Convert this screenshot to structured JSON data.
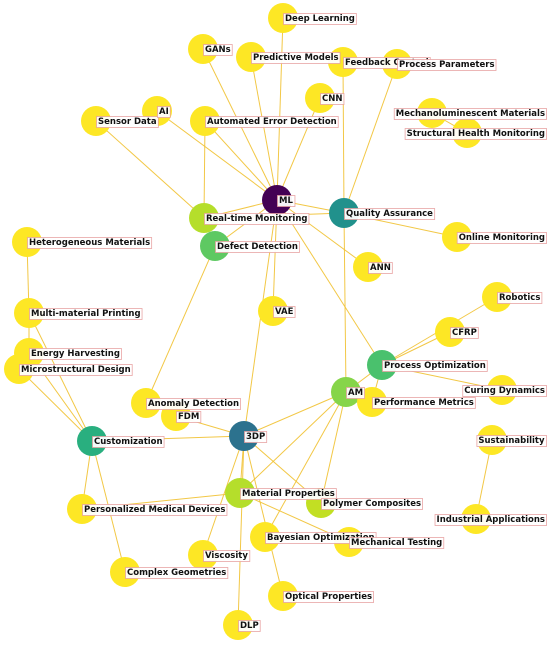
{
  "diagram": {
    "nodes": [
      {
        "id": "ML",
        "label": "ML",
        "color": "#440154"
      },
      {
        "id": "Quality Assurance",
        "label": "Quality Assurance",
        "color": "#21918c"
      },
      {
        "id": "3DP",
        "label": "3DP",
        "color": "#2c728e"
      },
      {
        "id": "Customization",
        "label": "Customization",
        "color": "#29af7f"
      },
      {
        "id": "Process Optimization",
        "label": "Process Optimization",
        "color": "#4ac16d"
      },
      {
        "id": "Defect Detection",
        "label": "Defect Detection",
        "color": "#5ec962"
      },
      {
        "id": "AM",
        "label": "AM",
        "color": "#86d549"
      },
      {
        "id": "Real-time Monitoring",
        "label": "Real-time Monitoring",
        "color": "#b5de2b"
      },
      {
        "id": "Material Properties",
        "label": "Material Properties",
        "color": "#b5de2b"
      },
      {
        "id": "Polymer Composites",
        "label": "Polymer Composites",
        "color": "#c2df23"
      },
      {
        "id": "Deep Learning",
        "label": "Deep Learning",
        "color": "#fde725"
      },
      {
        "id": "GANs",
        "label": "GANs",
        "color": "#fde725"
      },
      {
        "id": "Predictive Models",
        "label": "Predictive Models",
        "color": "#fde725"
      },
      {
        "id": "Feedback Control",
        "label": "Feedback Control",
        "color": "#fde725"
      },
      {
        "id": "Process Parameters",
        "label": "Process Parameters",
        "color": "#fde725"
      },
      {
        "id": "CNN",
        "label": "CNN",
        "color": "#fde725"
      },
      {
        "id": "Automated Error Detection",
        "label": "Automated Error Detection",
        "color": "#fde725"
      },
      {
        "id": "Sensor Data",
        "label": "Sensor Data",
        "color": "#fde725"
      },
      {
        "id": "AI",
        "label": "AI",
        "color": "#fde725"
      },
      {
        "id": "Mechanoluminescent Materials",
        "label": "Mechanoluminescent Materials",
        "color": "#fde725"
      },
      {
        "id": "Structural Health Monitoring",
        "label": "Structural Health Monitoring",
        "color": "#fde725"
      },
      {
        "id": "Online Monitoring",
        "label": "Online Monitoring",
        "color": "#fde725"
      },
      {
        "id": "Heterogeneous Materials",
        "label": "Heterogeneous Materials",
        "color": "#fde725"
      },
      {
        "id": "ANN",
        "label": "ANN",
        "color": "#fde725"
      },
      {
        "id": "Robotics",
        "label": "Robotics",
        "color": "#fde725"
      },
      {
        "id": "Multi-material Printing",
        "label": "Multi-material Printing",
        "color": "#fde725"
      },
      {
        "id": "VAE",
        "label": "VAE",
        "color": "#fde725"
      },
      {
        "id": "CFRP",
        "label": "CFRP",
        "color": "#fde725"
      },
      {
        "id": "Energy Harvesting",
        "label": "Energy Harvesting",
        "color": "#fde725"
      },
      {
        "id": "Microstructural Design",
        "label": "Microstructural Design",
        "color": "#fde725"
      },
      {
        "id": "Curing Dynamics",
        "label": "Curing Dynamics",
        "color": "#fde725"
      },
      {
        "id": "Anomaly Detection",
        "label": "Anomaly Detection",
        "color": "#fde725"
      },
      {
        "id": "Performance Metrics",
        "label": "Performance Metrics",
        "color": "#fde725"
      },
      {
        "id": "FDM",
        "label": "FDM",
        "color": "#fde725"
      },
      {
        "id": "Sustainability",
        "label": "Sustainability",
        "color": "#fde725"
      },
      {
        "id": "Personalized Medical Devices",
        "label": "Personalized Medical Devices",
        "color": "#fde725"
      },
      {
        "id": "Industrial Applications",
        "label": "Industrial Applications",
        "color": "#fde725"
      },
      {
        "id": "Bayesian Optimization",
        "label": "Bayesian Optimization",
        "color": "#fde725"
      },
      {
        "id": "Mechanical Testing",
        "label": "Mechanical Testing",
        "color": "#fde725"
      },
      {
        "id": "Viscosity",
        "label": "Viscosity",
        "color": "#fde725"
      },
      {
        "id": "Complex Geometries",
        "label": "Complex Geometries",
        "color": "#fde725"
      },
      {
        "id": "Optical Properties",
        "label": "Optical Properties",
        "color": "#fde725"
      },
      {
        "id": "DLP",
        "label": "DLP",
        "color": "#fde725"
      }
    ],
    "edges": [
      [
        "ML",
        "Deep Learning"
      ],
      [
        "ML",
        "GANs"
      ],
      [
        "ML",
        "Predictive Models"
      ],
      [
        "ML",
        "CNN"
      ],
      [
        "ML",
        "Automated Error Detection"
      ],
      [
        "ML",
        "AI"
      ],
      [
        "ML",
        "Real-time Monitoring"
      ],
      [
        "ML",
        "Quality Assurance"
      ],
      [
        "ML",
        "Defect Detection"
      ],
      [
        "ML",
        "ANN"
      ],
      [
        "ML",
        "Process Optimization"
      ],
      [
        "ML",
        "3DP"
      ],
      [
        "ML",
        "VAE"
      ],
      [
        "Quality Assurance",
        "Feedback Control"
      ],
      [
        "Quality Assurance",
        "Process Parameters"
      ],
      [
        "Quality Assurance",
        "Online Monitoring"
      ],
      [
        "Quality Assurance",
        "AM"
      ],
      [
        "Quality Assurance",
        "Real-time Monitoring"
      ],
      [
        "Real-time Monitoring",
        "Sensor Data"
      ],
      [
        "Real-time Monitoring",
        "Automated Error Detection"
      ],
      [
        "Defect Detection",
        "Anomaly Detection"
      ],
      [
        "Process Optimization",
        "Robotics"
      ],
      [
        "Process Optimization",
        "CFRP"
      ],
      [
        "Process Optimization",
        "Curing Dynamics"
      ],
      [
        "Process Optimization",
        "Performance Metrics"
      ],
      [
        "Process Optimization",
        "AM"
      ],
      [
        "Mechanoluminescent Materials",
        "Structural Health Monitoring"
      ],
      [
        "Heterogeneous Materials",
        "Multi-material Printing"
      ],
      [
        "Multi-material Printing",
        "Customization"
      ],
      [
        "Multi-material Printing",
        "Energy Harvesting"
      ],
      [
        "Energy Harvesting",
        "Customization"
      ],
      [
        "Microstructural Design",
        "Customization"
      ],
      [
        "Customization",
        "3DP"
      ],
      [
        "Customization",
        "Personalized Medical Devices"
      ],
      [
        "Customization",
        "Complex Geometries"
      ],
      [
        "3DP",
        "AM"
      ],
      [
        "3DP",
        "FDM"
      ],
      [
        "3DP",
        "Material Properties"
      ],
      [
        "3DP",
        "Polymer Composites"
      ],
      [
        "3DP",
        "Viscosity"
      ],
      [
        "3DP",
        "DLP"
      ],
      [
        "3DP",
        "Optical Properties"
      ],
      [
        "AM",
        "Material Properties"
      ],
      [
        "AM",
        "Polymer Composites"
      ],
      [
        "AM",
        "Bayesian Optimization"
      ],
      [
        "Material Properties",
        "Personalized Medical Devices"
      ],
      [
        "Material Properties",
        "Mechanical Testing"
      ],
      [
        "Sustainability",
        "Industrial Applications"
      ]
    ]
  }
}
